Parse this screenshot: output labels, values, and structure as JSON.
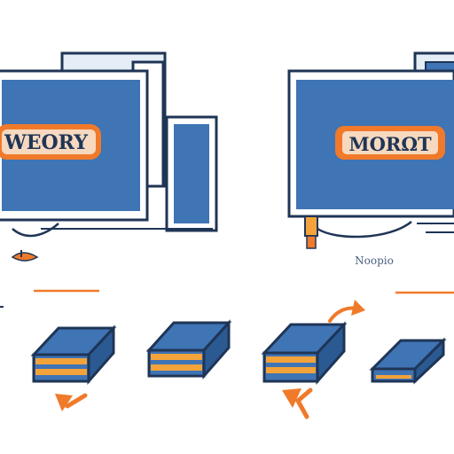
{
  "left_monitor": {
    "banner_text": "WEORY"
  },
  "right_monitor": {
    "banner_text": "MORΩT",
    "caption": "Noopio"
  },
  "colors": {
    "blue": "#3f74b5",
    "outline": "#1f3556",
    "orange": "#f07a2a",
    "yellow": "#f3a33a",
    "light_blue": "#e5edf7"
  },
  "icons": {
    "monitor": "monitor-icon",
    "drive": "hard-drive-icon",
    "arrow": "curved-arrow-icon"
  }
}
